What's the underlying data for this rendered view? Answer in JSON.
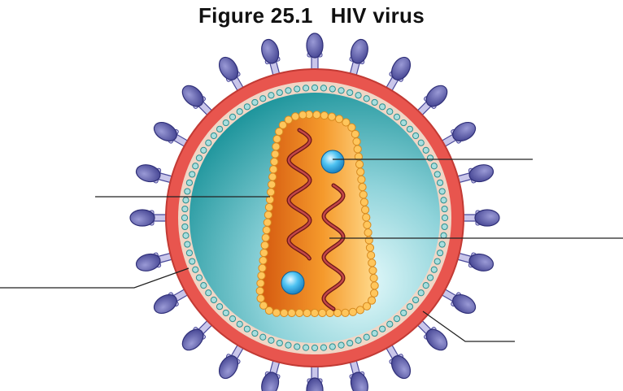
{
  "figure": {
    "number": "Figure 25.1",
    "title": "HIV virus"
  },
  "colors": {
    "envelope": "#e8554e",
    "envelope_inner": "#f0d2c0",
    "matrix_bead": "#8fcfcf",
    "interior_light": "#cdeff2",
    "interior_dark": "#138f96",
    "capsid_light": "#ffd27a",
    "capsid_dark": "#e06a1a",
    "capsid_bead": "#ffc65c",
    "rna_strand": "#9c2a2a",
    "enzyme": "#3ab0e8",
    "glycoprotein_knob": "#5a5aa8",
    "glycoprotein_stalk": "#c7c3e6",
    "label_line": "#222222"
  },
  "labels": [
    {
      "id": "enzyme",
      "text": ""
    },
    {
      "id": "capsid",
      "text": ""
    },
    {
      "id": "rna",
      "text": ""
    },
    {
      "id": "matrix",
      "text": ""
    },
    {
      "id": "envelope",
      "text": ""
    }
  ]
}
